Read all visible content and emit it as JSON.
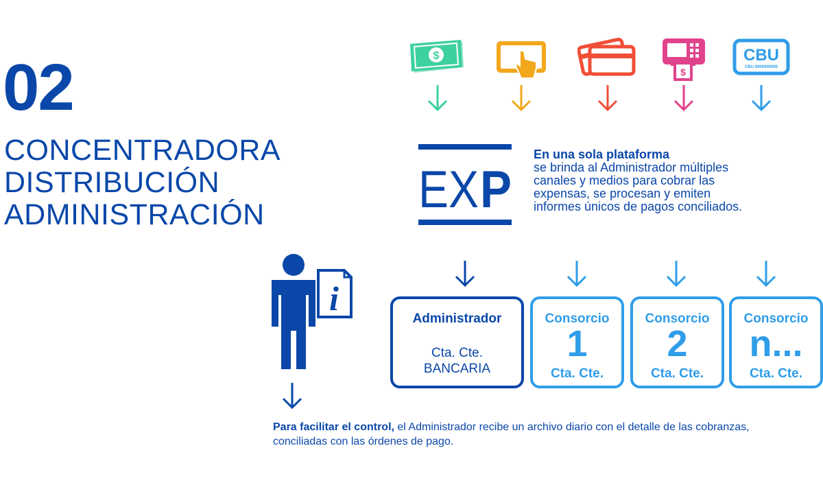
{
  "heading": {
    "number": "02",
    "line1": "CONCENTRADORA",
    "line2": "DISTRIBUCIÓN",
    "line3": "ADMINISTRACIÓN"
  },
  "payment_icons": [
    {
      "icon": "cash-icon",
      "color": "#3dd0a0"
    },
    {
      "icon": "tablet-touch-icon",
      "color": "#f2a71d"
    },
    {
      "icon": "credit-cards-icon",
      "color": "#f04e37"
    },
    {
      "icon": "atm-icon",
      "color": "#e0438c"
    },
    {
      "icon": "cbu-icon",
      "color": "#2f9de9",
      "label": "CBU",
      "sublabel": "CBU 0000000000"
    }
  ],
  "exp": {
    "logo": {
      "prefix": "EX",
      "suffix": "P"
    },
    "line1": "En una sola plataforma",
    "line2": "se  brinda al Administrador múltiples",
    "line3": "canales y medios para cobrar las",
    "line4": "expensas, se procesan y emiten",
    "line5": "informes únicos  de pagos conciliados."
  },
  "boxes": {
    "admin": {
      "title": "Administrador",
      "line1": "Cta. Cte.",
      "line2": "BANCARIA"
    },
    "c1": {
      "title": "Consorcio",
      "number": "1",
      "footer": "Cta. Cte."
    },
    "c2": {
      "title": "Consorcio",
      "number": "2",
      "footer": "Cta. Cte."
    },
    "cn": {
      "title": "Consorcio",
      "number": "n...",
      "footer": "Cta. Cte."
    }
  },
  "bottom": {
    "bold": "Para facilitar el control,",
    "rest1": " el Administrador recibe un archivo diario con el detalle de las cobranzas,",
    "line2": "conciliadas con las órdenes de pago."
  },
  "colors": {
    "primary": "#0a47a9",
    "light_blue": "#2f9de9"
  }
}
